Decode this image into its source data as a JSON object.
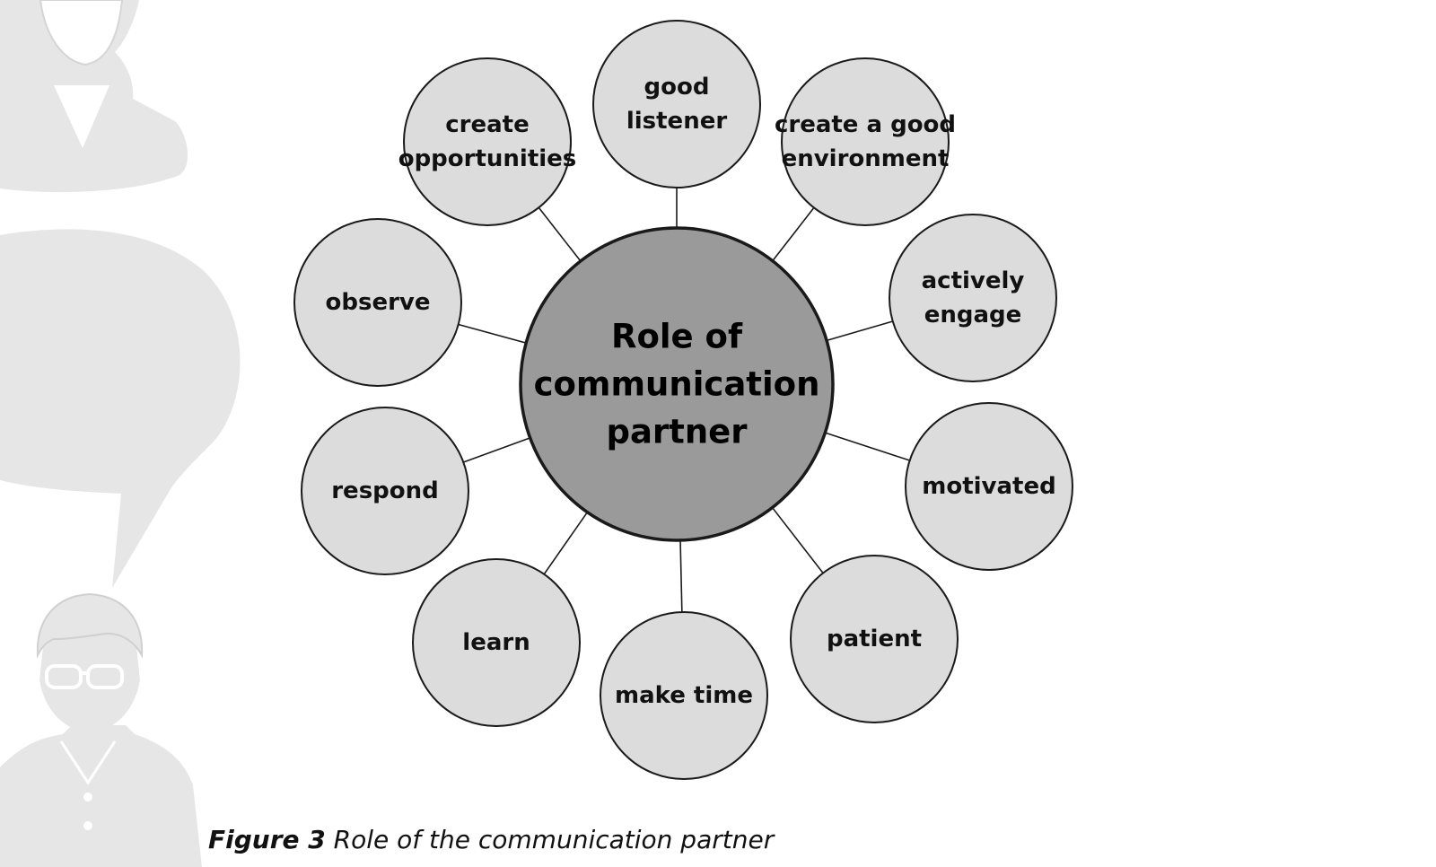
{
  "diagram": {
    "center": {
      "lines": [
        "Role of",
        "communication",
        "partner"
      ]
    },
    "nodes": [
      {
        "id": "good-listener",
        "lines": [
          "good",
          "listener"
        ]
      },
      {
        "id": "create-a-good-environment",
        "lines": [
          "create a good",
          "environment"
        ]
      },
      {
        "id": "actively-engage",
        "lines": [
          "actively",
          "engage"
        ]
      },
      {
        "id": "motivated",
        "lines": [
          "motivated"
        ]
      },
      {
        "id": "patient",
        "lines": [
          "patient"
        ]
      },
      {
        "id": "make-time",
        "lines": [
          "make time"
        ]
      },
      {
        "id": "learn",
        "lines": [
          "learn"
        ]
      },
      {
        "id": "respond",
        "lines": [
          "respond"
        ]
      },
      {
        "id": "observe",
        "lines": [
          "observe"
        ]
      },
      {
        "id": "create-opportunities",
        "lines": [
          "create",
          "opportunities"
        ]
      }
    ]
  },
  "caption": {
    "label": "Figure 3",
    "text": "Role of the communication partner"
  },
  "decorations": [
    {
      "name": "woman-silhouette-icon"
    },
    {
      "name": "speech-bubble-icon"
    },
    {
      "name": "man-with-glasses-icon"
    }
  ],
  "colors": {
    "center_fill": "#9a9a9a",
    "node_fill": "#dcdcdc",
    "outline": "#1a1a1a",
    "decoration": "#e6e6e6"
  }
}
